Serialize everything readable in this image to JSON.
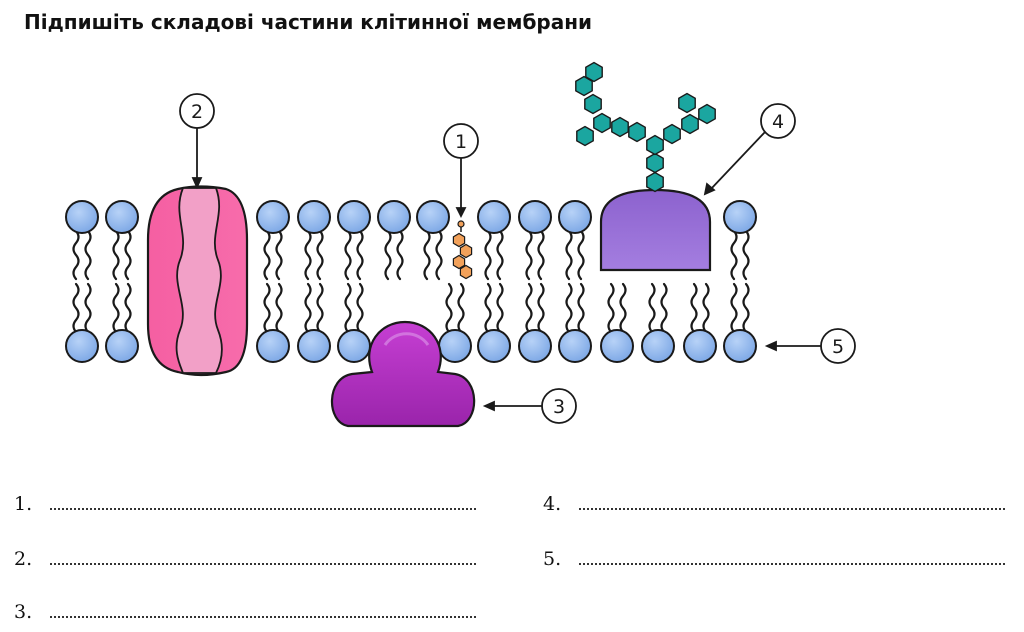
{
  "title": "Підпишіть складові частини клітинної мембрани",
  "callouts": [
    "1",
    "2",
    "3",
    "4",
    "5"
  ],
  "answer_lines": [
    {
      "number": "1."
    },
    {
      "number": "2."
    },
    {
      "number": "3."
    },
    {
      "number": "4."
    },
    {
      "number": "5."
    }
  ],
  "colors": {
    "lipid_head": "#8FB8EE",
    "channel_protein": "#F466A6",
    "peripheral_protein": "#B42FC3",
    "glycoprotein": "#9A72D6",
    "carbohydrate": "#1BA6A0",
    "cholesterol": "#F2A15A"
  }
}
